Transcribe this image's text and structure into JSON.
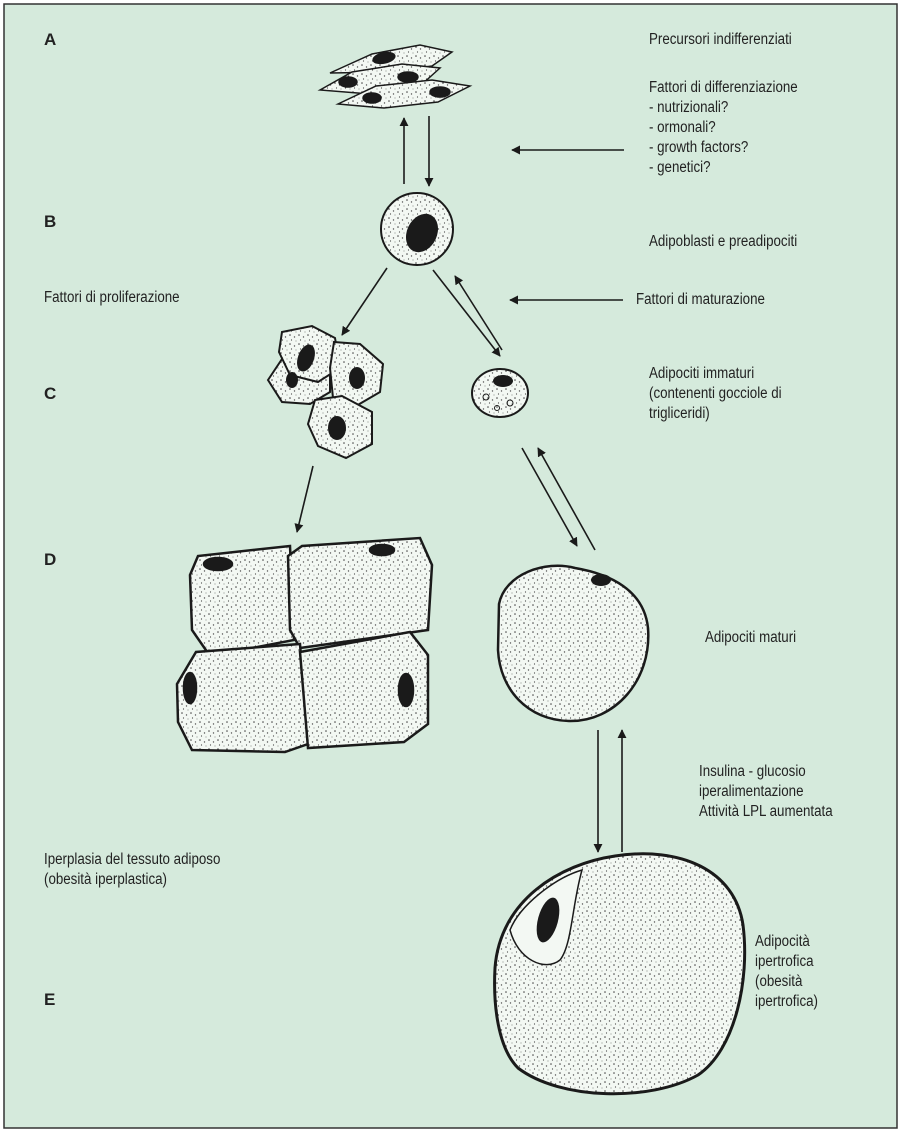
{
  "stages": {
    "a": "A",
    "b": "B",
    "c": "C",
    "d": "D",
    "e": "E"
  },
  "labels": {
    "precursors": "Precursori indifferenziati",
    "diff_factors": {
      "title": "Fattori di differenziazione",
      "items": [
        "- nutrizionali?",
        "- ormonali?",
        "- growth factors?",
        "- genetici?"
      ]
    },
    "adipoblasts": "Adipoblasti e preadipociti",
    "proliferation": "Fattori di proliferazione",
    "maturation": "Fattori di maturazione",
    "immature": [
      "Adipociti immaturi",
      "(contenenti gocciole di",
      "trigliceridi)"
    ],
    "mature": "Adipociti maturi",
    "insulin": [
      "Insulina - glucosio",
      "iperalimentazione",
      "Attività LPL aumentata"
    ],
    "hyperplasia": [
      "Iperplasia del tessuto adiposo",
      "(obesità iperplastica)"
    ],
    "hypertrophy": [
      "Adipocità",
      "ipertrofica",
      "(obesità",
      "ipertrofica)"
    ]
  },
  "colors": {
    "background": "#d5eadc",
    "border": "#333333",
    "ink": "#1a1a1a",
    "cytoplasm": "#f3f8f3"
  }
}
